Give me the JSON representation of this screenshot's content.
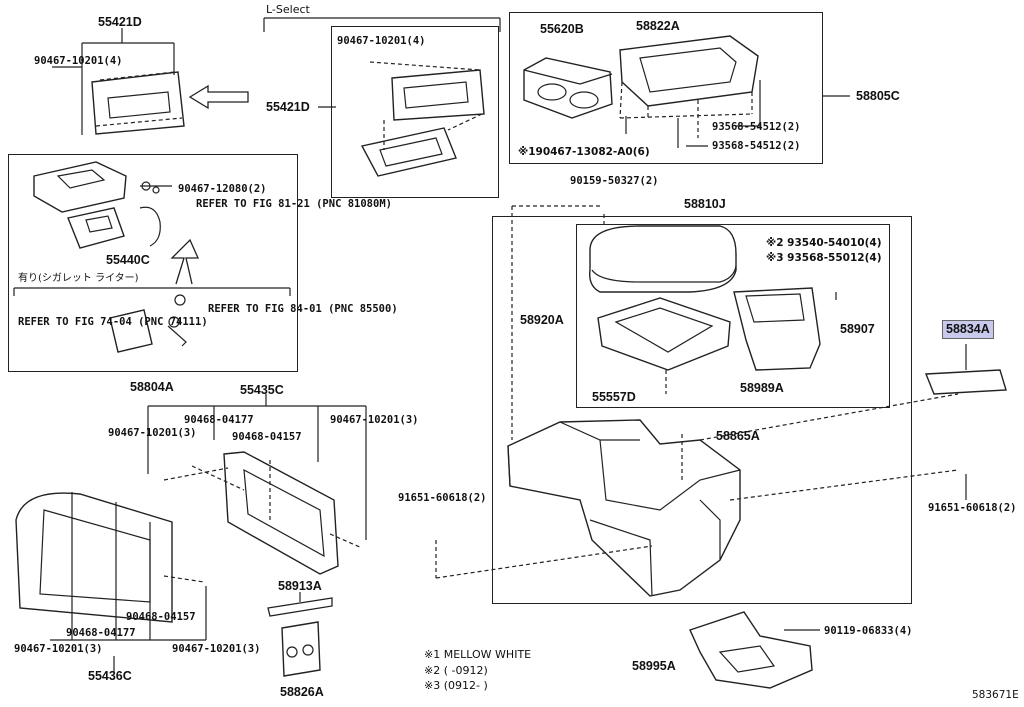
{
  "diagram_code": "583671E",
  "lselect_label": "L-Select",
  "refer_1": "REFER TO\nFIG 81-21\n(PNC 81080M)",
  "refer_2": "REFER TO\nFIG 74-04\n(PNC 74111)",
  "refer_3": "REFER TO\nFIG 84-01\n(PNC 85500)",
  "cigar_note": "有り(シガレット ライター)",
  "notes": [
    "※1 MELLOW WHITE",
    "※2 (   -0912)",
    "※3 (0912-    )"
  ],
  "parts": {
    "p55421D_a": "55421D",
    "p55421D_b": "55421D",
    "p90467_10201_a": "90467-10201(4)",
    "p90467_10201_b": "90467-10201(4)",
    "p55620B": "55620B",
    "p58822A": "58822A",
    "p58805C": "58805C",
    "p93568_54512_a": "93568-54512(2)",
    "p93568_54512_b": "93568-54512(2)",
    "p190467": "※190467-13082-A0(6)",
    "p90467_12080": "90467-12080(2)",
    "p55440C": "55440C",
    "p90159": "90159-50327(2)",
    "p58810J": "58810J",
    "p93540": "※2 93540-54010(4)",
    "p93568_55012": "※3 93568-55012(4)",
    "p58920A": "58920A",
    "p58907": "58907",
    "p55557D": "55557D",
    "p58989A": "58989A",
    "p58834A": "58834A",
    "p58804A": "58804A",
    "p55435C": "55435C",
    "p90468_04177_a": "90468-04177",
    "p90468_04157_a": "90468-04157",
    "p90467_10201_c": "90467-10201(3)",
    "p90467_10201_d": "90467-10201(3)",
    "p58865A": "58865A",
    "p91651_a": "91651-60618(2)",
    "p91651_b": "91651-60618(2)",
    "p58913A": "58913A",
    "p90468_04177_b": "90468-04177",
    "p90468_04157_b": "90468-04157",
    "p90467_10201_e": "90467-10201(3)",
    "p90467_10201_f": "90467-10201(3)",
    "p55436C": "55436C",
    "p58826A": "58826A",
    "p90119": "90119-06833(4)",
    "p58995A": "58995A"
  }
}
